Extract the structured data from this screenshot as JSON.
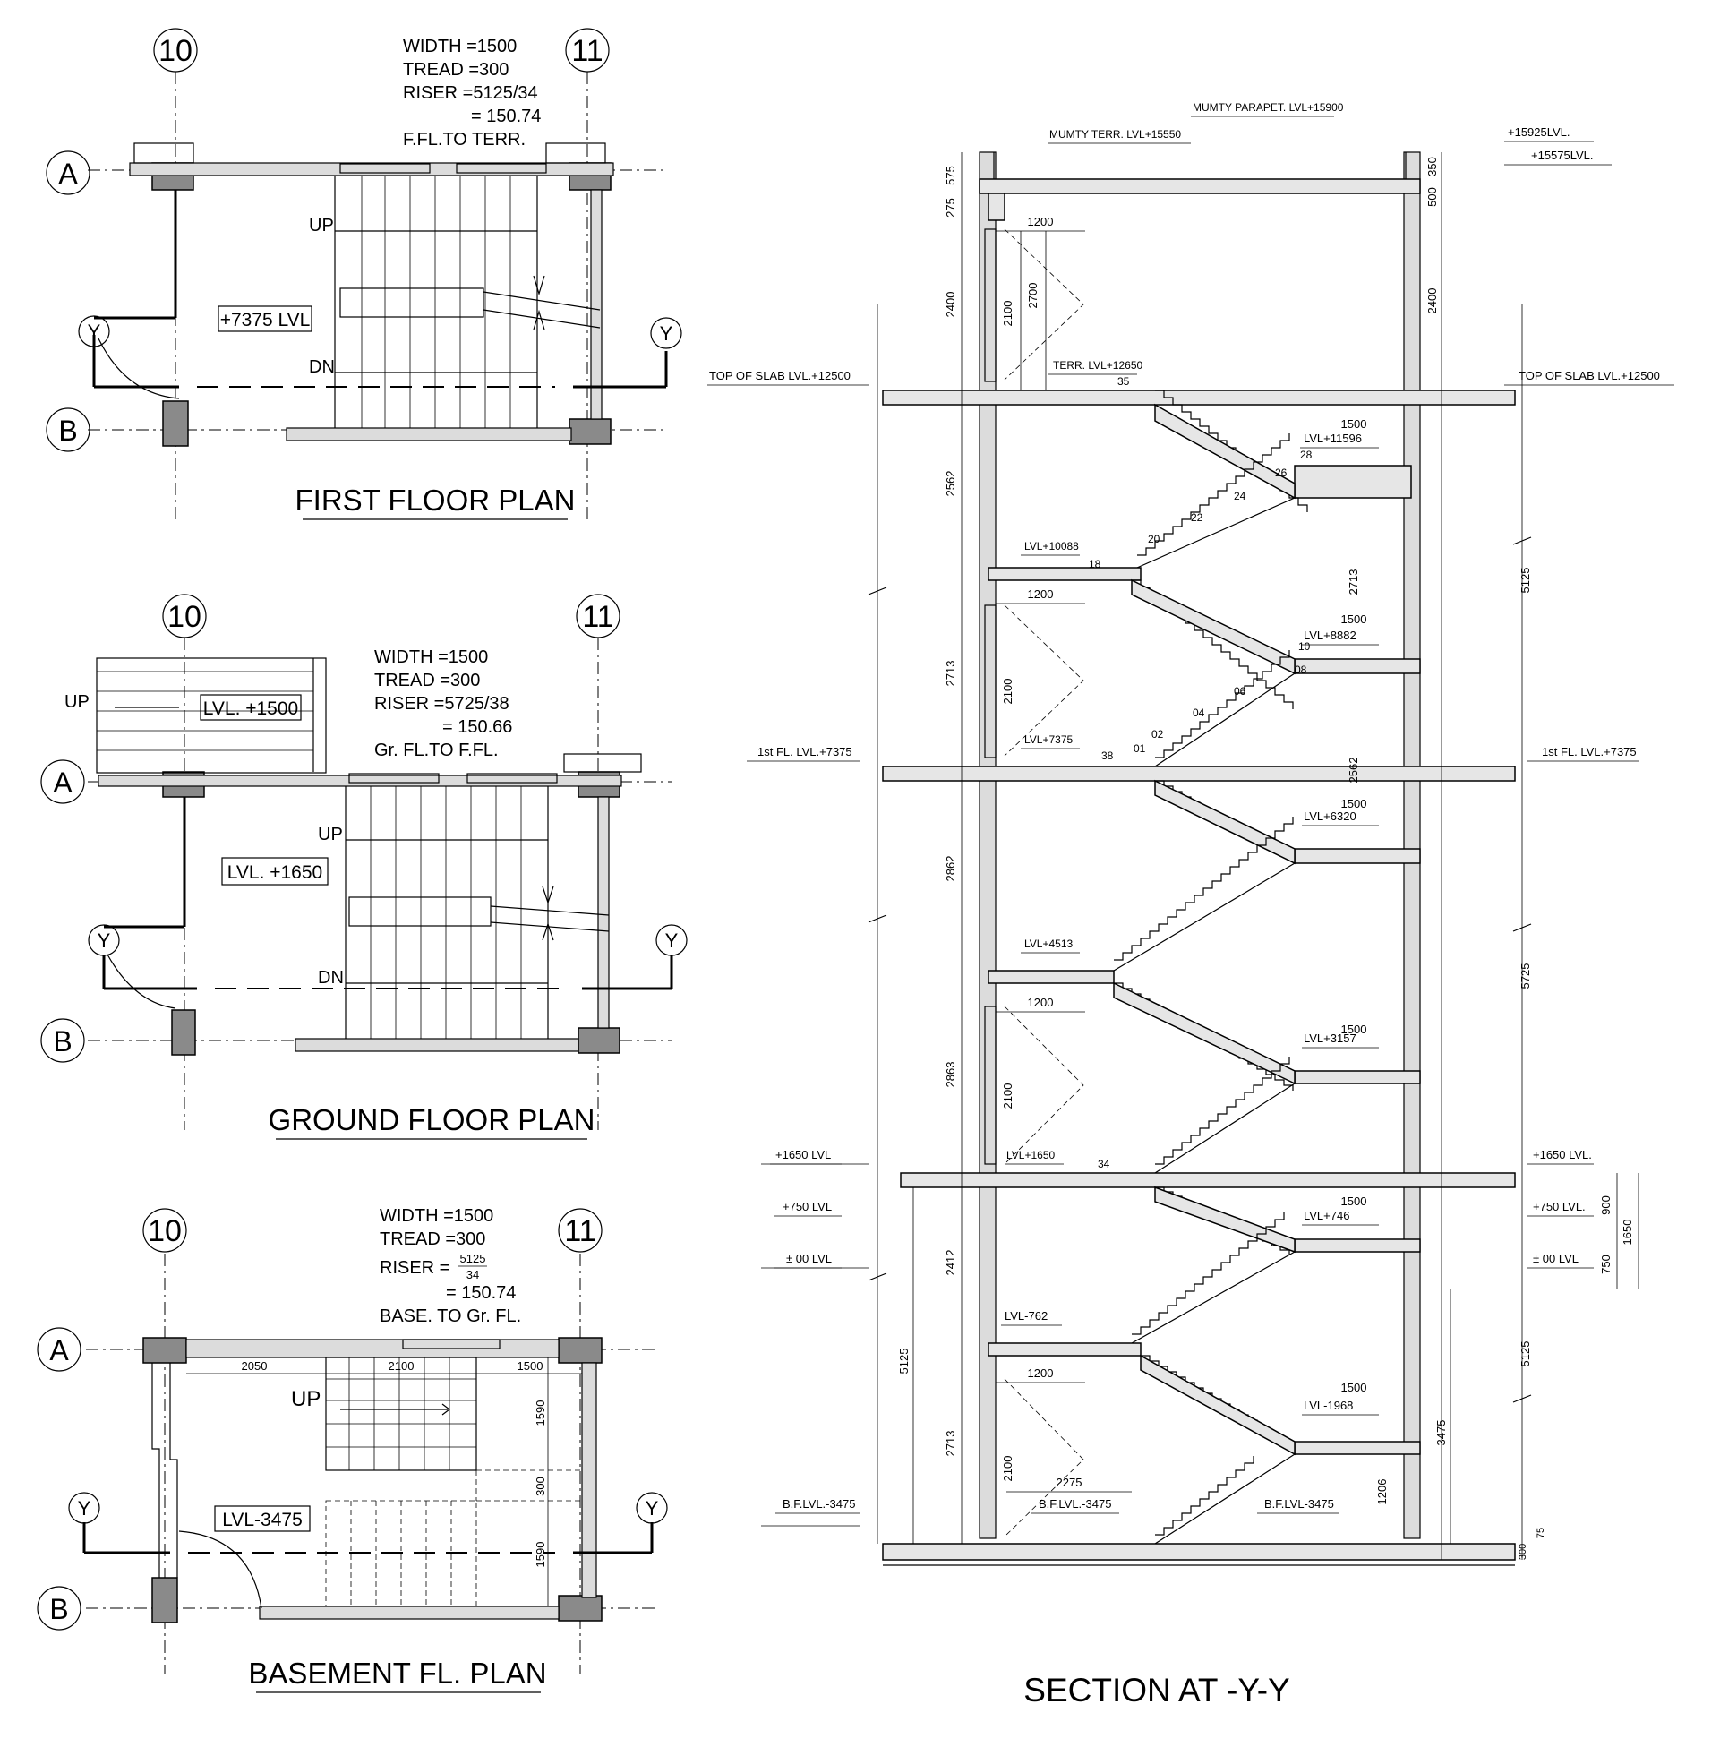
{
  "plans": {
    "first": {
      "title": "FIRST FLOOR PLAN",
      "grid_left": "10",
      "grid_right": "11",
      "grid_a": "A",
      "grid_b": "B",
      "section_left": "Y",
      "section_right": "Y",
      "notes": [
        "WIDTH =1500",
        "TREAD =300",
        "RISER =5125/34",
        "= 150.74",
        "F.FL.TO TERR."
      ],
      "up": "UP",
      "dn": "DN",
      "level": "+7375 LVL"
    },
    "ground": {
      "title": "GROUND FLOOR PLAN",
      "grid_left": "10",
      "grid_right": "11",
      "grid_a": "A",
      "grid_b": "B",
      "section_left": "Y",
      "section_right": "Y",
      "notes": [
        "WIDTH =1500",
        "TREAD =300",
        "RISER =5725/38",
        "= 150.66",
        "Gr. FL.TO F.FL."
      ],
      "up_outer": "UP",
      "up": "UP",
      "dn": "DN",
      "level_top": "LVL. +1500",
      "level": "LVL. +1650"
    },
    "basement": {
      "title": "BASEMENT FL. PLAN",
      "grid_left": "10",
      "grid_right": "11",
      "grid_a": "A",
      "grid_b": "B",
      "section_left": "Y",
      "section_right": "Y",
      "notes": [
        "WIDTH =1500",
        "TREAD =300",
        "RISER =",
        "5125",
        "34",
        "= 150.74",
        "BASE. TO Gr. FL."
      ],
      "up": "UP",
      "level": "LVL-3475",
      "dims_h": [
        "2050",
        "2100",
        "1500"
      ],
      "dims_v": [
        "1590",
        "300",
        "1590"
      ]
    }
  },
  "section": {
    "title": "SECTION AT -Y-Y",
    "labels": {
      "mumty_terr": "MUMTY TERR. LVL+15550",
      "mumty_parapet": "MUMTY PARAPET. LVL+15900",
      "lvl_15925": "+15925LVL.",
      "lvl_15575": "+15575LVL.",
      "top_slab_l": "TOP OF SLAB LVL.+12500",
      "top_slab_r": "TOP OF SLAB LVL.+12500",
      "terr": "TERR. LVL+12650",
      "lvl_11596": "LVL+11596",
      "lvl_10088": "LVL+10088",
      "lvl_8882": "LVL+8882",
      "first_l": "1st FL. LVL.+7375",
      "first_r": "1st FL. LVL.+7375",
      "lvl_7375": "LVL+7375",
      "lvl_6320": "LVL+6320",
      "lvl_4513": "LVL+4513",
      "lvl_3157": "LVL+3157",
      "p1650_l": "+1650 LVL",
      "p1650_r": "+1650 LVL.",
      "lvl_1650": "LVL+1650",
      "p750_l": "+750 LVL",
      "p750_r": "+750 LVL.",
      "lvl_746": "LVL+746",
      "p00_l": "± 00 LVL",
      "p00_r": "± 00 LVL",
      "lvl_m762": "LVL-762",
      "lvl_m1968": "LVL-1968",
      "bf_l": "B.F.LVL.-3475",
      "bf_m": "B.F.LVL.-3475",
      "bf_r": "B.F.LVL-3475"
    },
    "dims_left": [
      "275",
      "575",
      "2400",
      "2562",
      "2713",
      "2862",
      "2863",
      "2412",
      "2713",
      "5125"
    ],
    "dims_inner": [
      "2100",
      "2700",
      "2100",
      "2100",
      "2100"
    ],
    "dims_right": [
      "350",
      "500",
      "2400",
      "5125",
      "2713",
      "2562",
      "5725",
      "1650",
      "900",
      "750",
      "5125",
      "3475",
      "1206",
      "300",
      "75"
    ],
    "dims_landing": [
      "1500",
      "1500",
      "1500",
      "1500",
      "1500",
      "1500"
    ],
    "dims_window": [
      "1200",
      "1200",
      "1200",
      "1200"
    ],
    "dim_2275": "2275",
    "step_nums": [
      "01",
      "02",
      "04",
      "06",
      "08",
      "10",
      "18",
      "20",
      "22",
      "24",
      "26",
      "28",
      "34",
      "35",
      "38"
    ]
  }
}
